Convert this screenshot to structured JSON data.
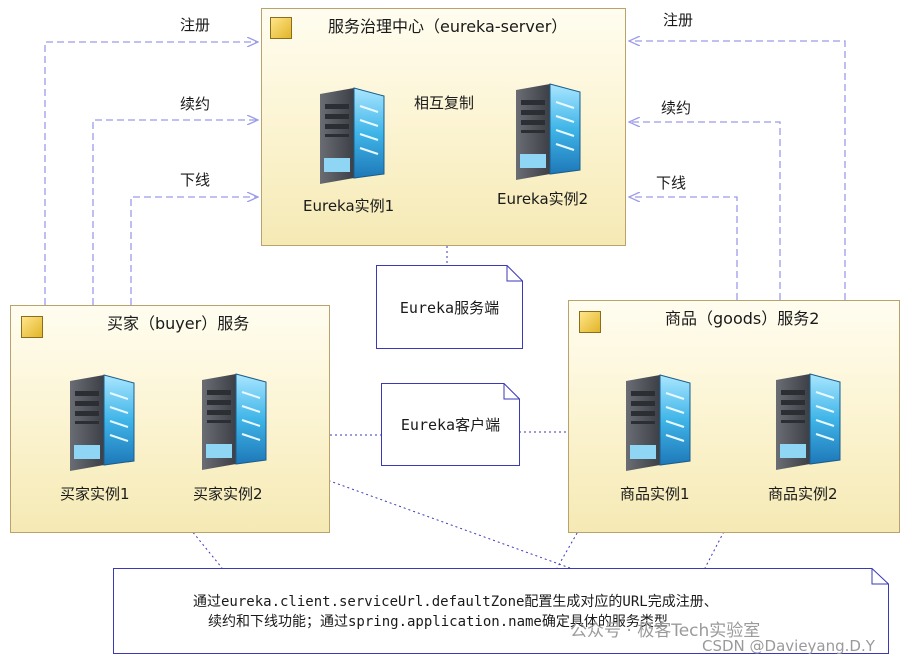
{
  "center": {
    "title": "服务治理中心（eureka-server）",
    "instance1": "Eureka实例1",
    "instance2": "Eureka实例2",
    "replicate_label": "相互复制"
  },
  "buyer": {
    "title": "买家（buyer）服务",
    "instance1": "买家实例1",
    "instance2": "买家实例2"
  },
  "goods": {
    "title": "商品（goods）服务2",
    "instance1": "商品实例1",
    "instance2": "商品实例2"
  },
  "arrows": {
    "register": "注册",
    "renew": "续约",
    "offline": "下线"
  },
  "notes": {
    "server_side": "Eureka服务端",
    "client_side": "Eureka客户端",
    "bottom_line1": "通过eureka.client.serviceUrl.defaultZone配置生成对应的URL完成注册、",
    "bottom_line2": "续约和下线功能；通过spring.application.name确定具体的服务类型"
  },
  "watermark": {
    "line1": "公众号 · 极客Tech实验室",
    "line2": "CSDN @Davieyang.D.Y"
  },
  "colors": {
    "dashed_arrow": "#9b9bea",
    "dotted_link": "#3a3ab8",
    "box_border": "#b9a36a"
  }
}
